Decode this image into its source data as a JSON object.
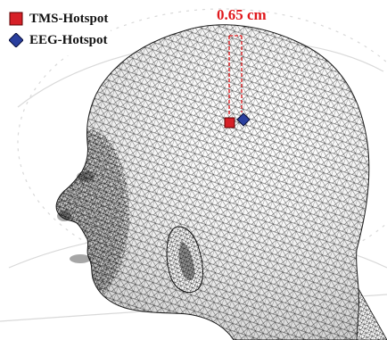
{
  "legend": {
    "items": [
      {
        "label": "TMS-Hotspot",
        "marker": "square",
        "color": "#d62027"
      },
      {
        "label": "EEG-Hotspot",
        "marker": "diamond",
        "color": "#2a3f9e"
      }
    ]
  },
  "annotation": {
    "distance_label": "0.65 cm",
    "color": "#e0191d"
  },
  "colors": {
    "mesh_line": "#1a1a1a",
    "background": "#ffffff",
    "watermark": "#d9d9d9"
  },
  "icons": {
    "tms_marker": "red-square-icon",
    "eeg_marker": "blue-diamond-icon"
  }
}
